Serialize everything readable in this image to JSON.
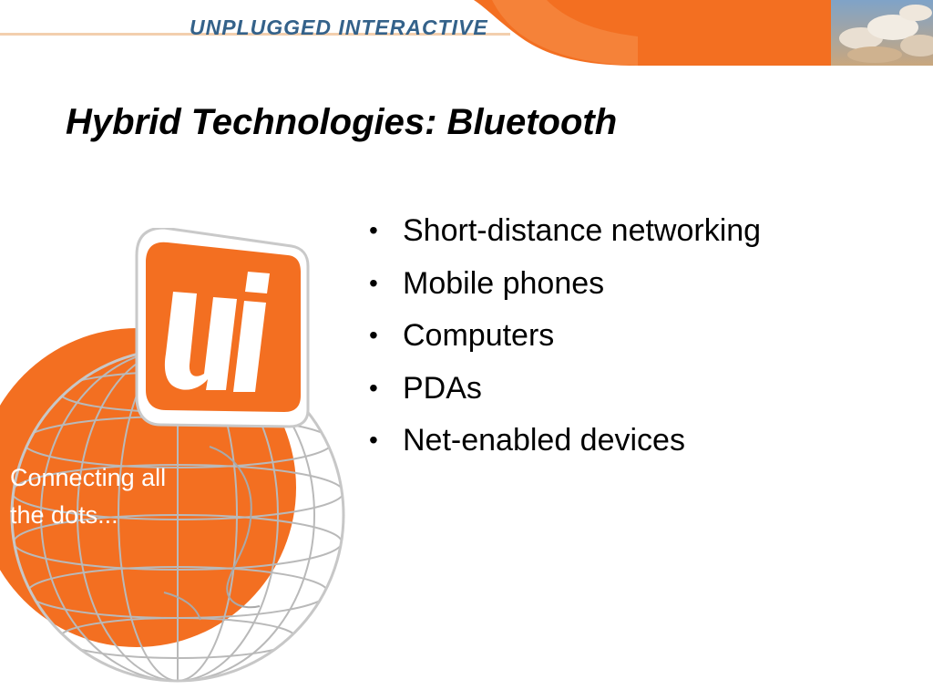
{
  "header": {
    "brand": "UNPLUGGED INTERACTIVE"
  },
  "slide": {
    "title": "Hybrid Technologies: Bluetooth",
    "bullets": [
      "Short-distance networking",
      "Mobile phones",
      "Computers",
      "PDAs",
      "Net-enabled devices"
    ],
    "tagline": [
      "Connecting all",
      "the dots..."
    ]
  },
  "colors": {
    "brand_orange": "#f36f21",
    "brand_blue": "#34628a",
    "globe_grid": "#b9b9b9"
  },
  "icons": {
    "logo": "ui-logo-icon",
    "globe": "globe-icon",
    "clouds": "clouds-image-icon"
  }
}
